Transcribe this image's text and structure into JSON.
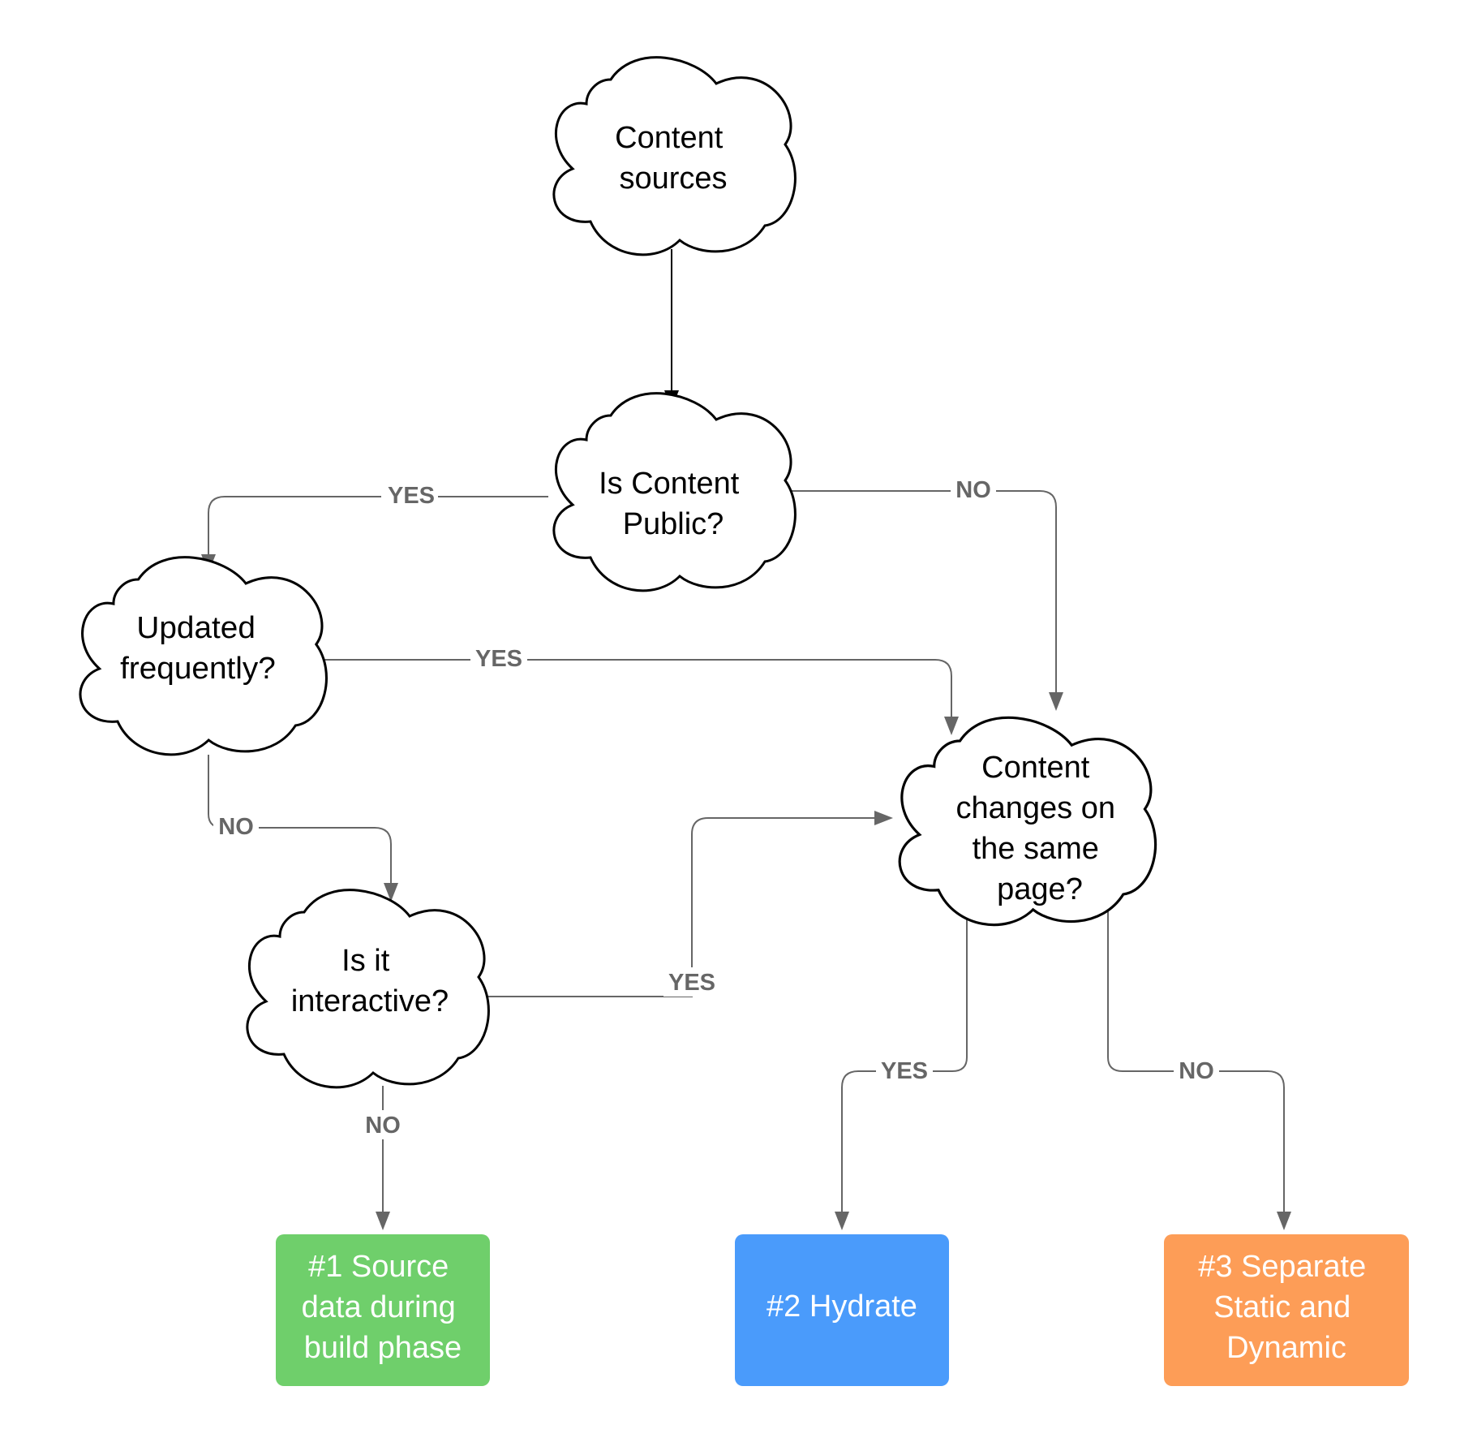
{
  "nodes": {
    "content_sources": {
      "lines": [
        "Content",
        "sources"
      ]
    },
    "is_public": {
      "lines": [
        "Is Content",
        "Public?"
      ]
    },
    "updated_frequently": {
      "lines": [
        "Updated",
        "frequently?"
      ]
    },
    "is_interactive": {
      "lines": [
        "Is it",
        "interactive?"
      ]
    },
    "changes_same_page": {
      "lines": [
        "Content",
        "changes on",
        "the same",
        "page?"
      ]
    }
  },
  "outcomes": {
    "source_build": {
      "lines": [
        "#1 Source",
        "data during",
        "build phase"
      ],
      "color": "#6FCF6B"
    },
    "hydrate": {
      "lines": [
        "#2 Hydrate"
      ],
      "color": "#4A9BFB"
    },
    "separate": {
      "lines": [
        "#3 Separate",
        "Static and",
        "Dynamic"
      ],
      "color": "#FD9D57"
    }
  },
  "edges": {
    "public_yes": "YES",
    "public_no": "NO",
    "updated_yes": "YES",
    "updated_no": "NO",
    "interactive_yes": "YES",
    "interactive_no": "NO",
    "changes_yes": "YES",
    "changes_no": "NO"
  },
  "colors": {
    "connector": "#666666",
    "cloud_stroke": "#000000",
    "label_text": "#666666"
  }
}
